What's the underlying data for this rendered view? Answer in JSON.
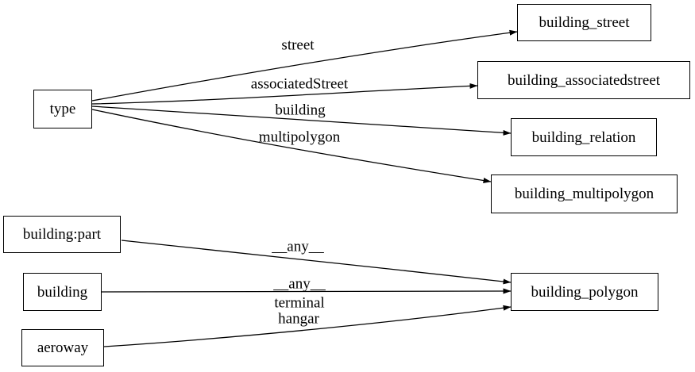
{
  "diagram": {
    "colors": {
      "background": "#ffffff",
      "node_fill": "#ffffff",
      "node_border": "#000000",
      "edge_stroke": "#000000",
      "text": "#000000"
    },
    "nodes": {
      "type": "type",
      "building_part": "building:part",
      "building": "building",
      "aeroway": "aeroway",
      "building_street": "building_street",
      "building_associatedstreet": "building_associatedstreet",
      "building_relation": "building_relation",
      "building_multipolygon": "building_multipolygon",
      "building_polygon": "building_polygon"
    },
    "edges": [
      {
        "from": "type",
        "to": "building_street",
        "label": "street"
      },
      {
        "from": "type",
        "to": "building_associatedstreet",
        "label": "associatedStreet"
      },
      {
        "from": "type",
        "to": "building_relation",
        "label": "building"
      },
      {
        "from": "type",
        "to": "building_multipolygon",
        "label": "multipolygon"
      },
      {
        "from": "building:part",
        "to": "building_polygon",
        "label": "__any__"
      },
      {
        "from": "building",
        "to": "building_polygon",
        "label": "__any__"
      },
      {
        "from": "aeroway",
        "to": "building_polygon",
        "label": "terminal hangar",
        "label_lines": [
          "terminal",
          "hangar"
        ]
      }
    ]
  }
}
